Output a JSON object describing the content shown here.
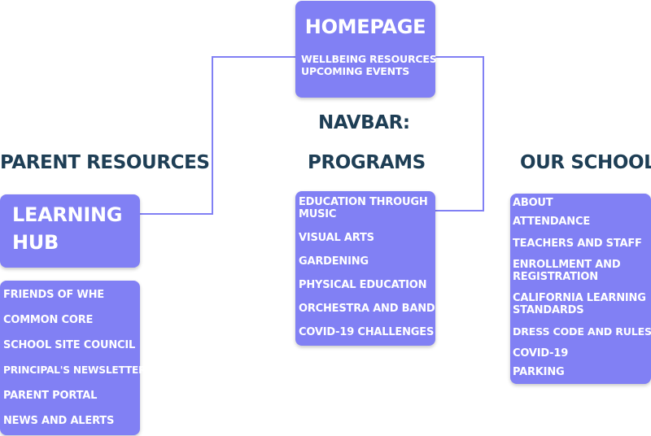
{
  "homepage": {
    "title": "HOMEPAGE",
    "items": [
      "WELLBEING RESOURCES",
      "UPCOMING EVENTS"
    ]
  },
  "navbar_label": "NAVBAR:",
  "columns": {
    "parent": {
      "heading": "PARENT RESOURCES",
      "hub_title": [
        "LEARNING",
        "HUB"
      ],
      "items": [
        "FRIENDS OF WHE",
        "COMMON CORE",
        "SCHOOL SITE COUNCIL",
        "PRINCIPAL'S NEWSLETTER",
        "PARENT PORTAL",
        "NEWS AND ALERTS"
      ]
    },
    "programs": {
      "heading": "PROGRAMS",
      "items": [
        "EDUCATION THROUGH",
        "MUSIC",
        "VISUAL ARTS",
        "GARDENING",
        "PHYSICAL EDUCATION",
        "ORCHESTRA AND BAND",
        "COVID-19 CHALLENGES"
      ]
    },
    "school": {
      "heading": "OUR SCHOOL",
      "items": [
        "ABOUT",
        "ATTENDANCE",
        "TEACHERS AND STAFF",
        "ENROLLMENT AND",
        "REGISTRATION",
        "CALIFORNIA LEARNING",
        "STANDARDS",
        "DRESS CODE AND RULES",
        "COVID-19",
        "PARKING"
      ]
    }
  },
  "colors": {
    "box": "#8180f4",
    "box_text": "#ffffff",
    "heading": "#1e3e55",
    "connector": "#8180f4"
  }
}
